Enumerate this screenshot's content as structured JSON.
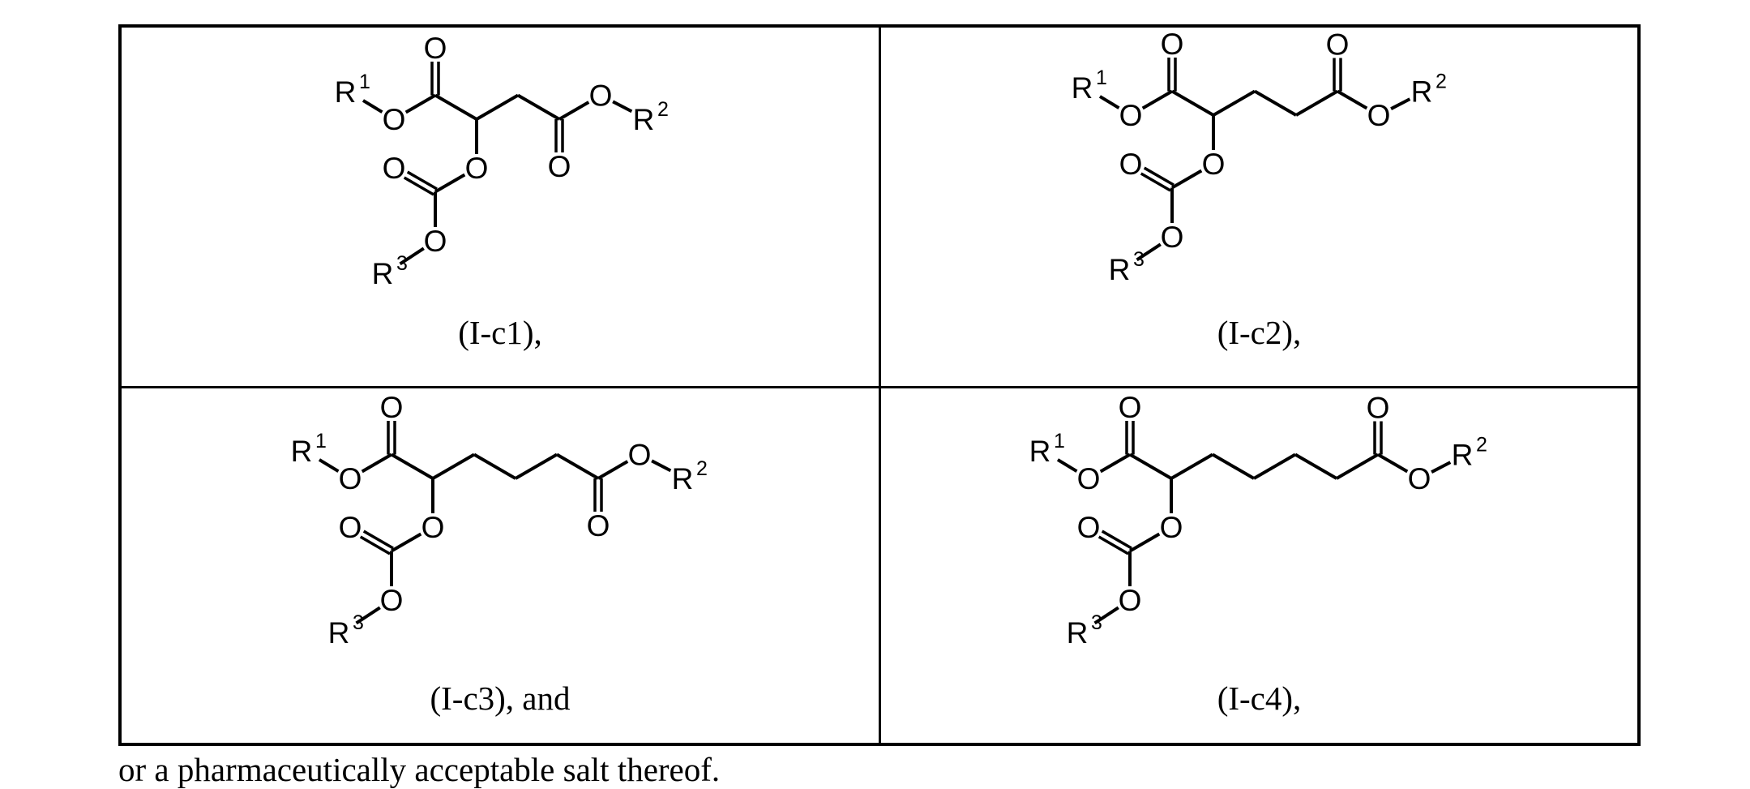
{
  "compounds": [
    {
      "label": "(I-c1),",
      "chain_ch2": 1
    },
    {
      "label": "(I-c2),",
      "chain_ch2": 2
    },
    {
      "label": "(I-c3), and",
      "chain_ch2": 3
    },
    {
      "label": "(I-c4),",
      "chain_ch2": 4
    }
  ],
  "atom_labels": {
    "oxygen": "O",
    "r_group": "R",
    "r1_sup": "1",
    "r2_sup": "2",
    "r3_sup": "3"
  },
  "trailer_text": "or a pharmaceutically acceptable salt thereof."
}
